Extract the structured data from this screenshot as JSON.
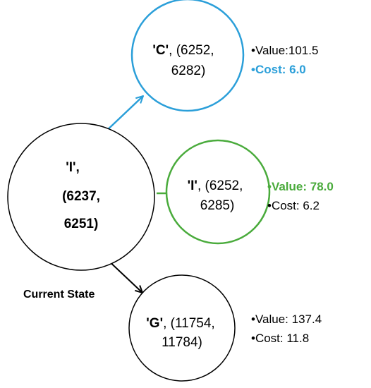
{
  "colors": {
    "blue": "#2b9fd9",
    "green": "#4aab3c",
    "black": "#000000"
  },
  "current": {
    "label": "'I',",
    "line2": "(6237,",
    "line3": "6251)",
    "caption": "Current State"
  },
  "node_c": {
    "letter": "'C'",
    "line1_rest": ", (6252,",
    "line2": "6282)",
    "value": "•Value:101.5",
    "cost": "•Cost: 6.0"
  },
  "node_i": {
    "letter": "'I'",
    "line1_rest": ", (6252,",
    "line2": "6285)",
    "value": "•Value: 78.0",
    "cost": "•Cost: 6.2"
  },
  "node_g": {
    "letter": "'G'",
    "line1_rest": ", (11754,",
    "line2": "11784)",
    "value": "•Value: 137.4",
    "cost": "•Cost: 11.8"
  }
}
